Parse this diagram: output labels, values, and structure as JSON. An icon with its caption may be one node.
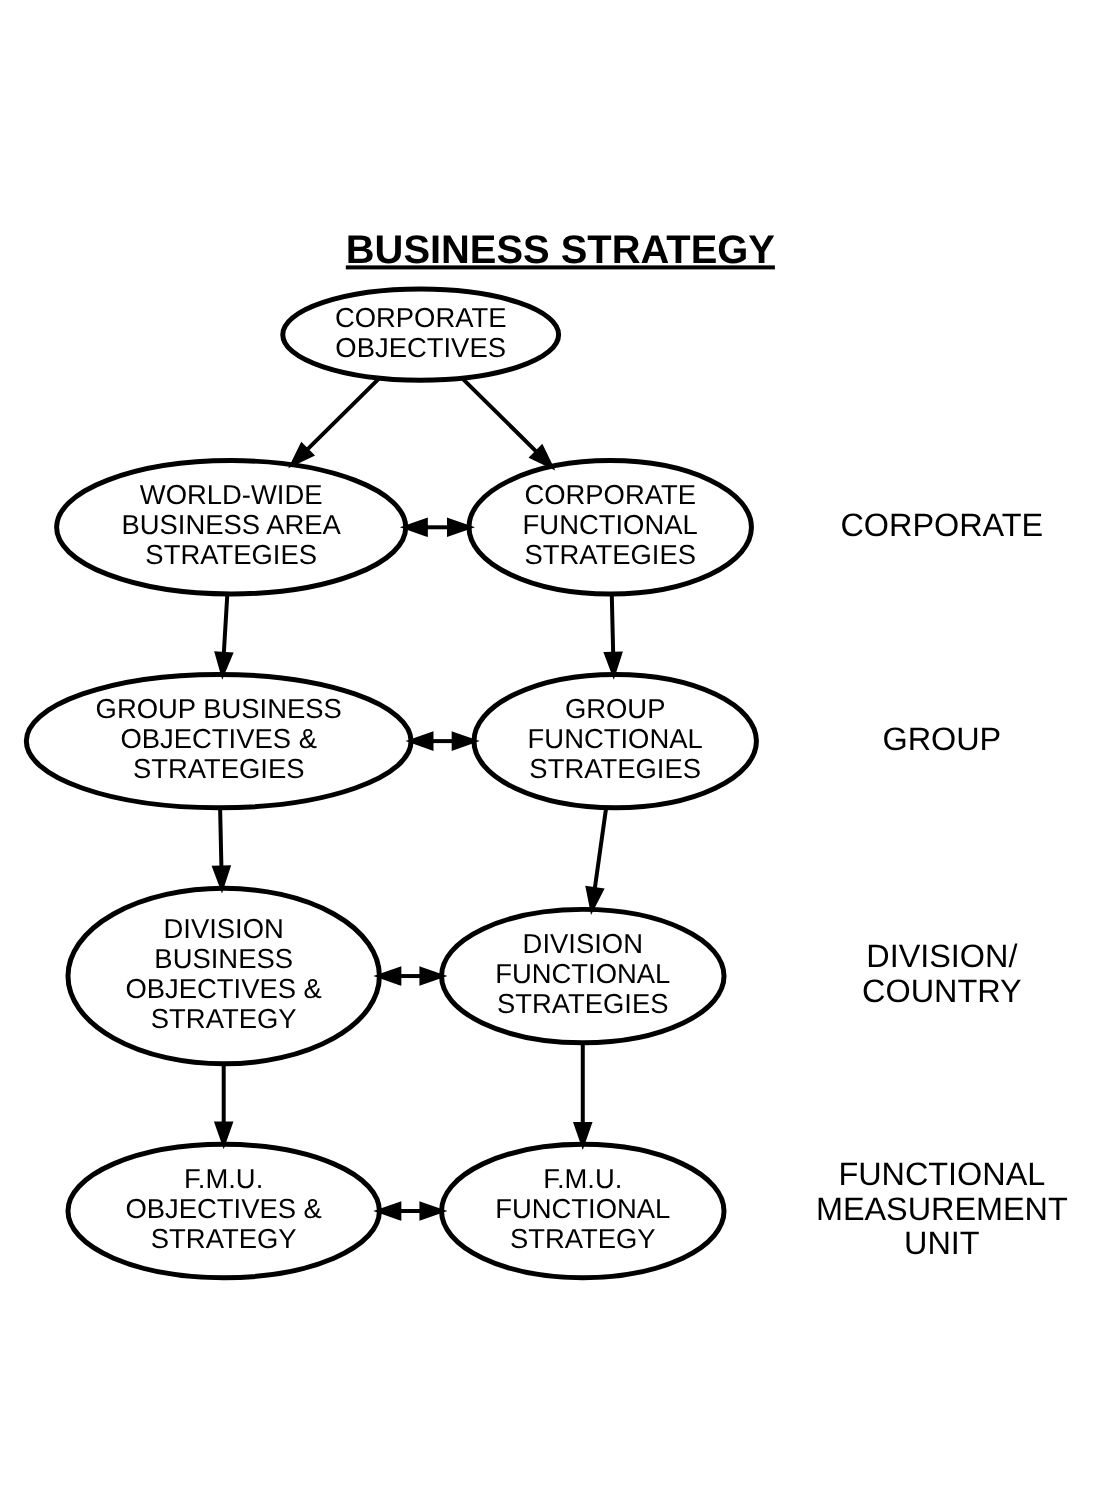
{
  "diagram": {
    "title": "BUSINESS STRATEGY",
    "nodes": [
      {
        "text": [
          "CORPORATE OBJECTIVES"
        ]
      },
      {
        "text": [
          "WORLD-WIDE BUSINESS AREA STRATEGIES"
        ]
      },
      {
        "text": [
          "CORPORATE FUNCTIONAL STRATEGIES"
        ]
      },
      {
        "text": [
          "GROUP BUSINESS OBJECTIVES & STRATEGIES"
        ]
      },
      {
        "text": [
          "GROUP FUNCTIONAL STRATEGIES"
        ]
      },
      {
        "text": [
          "DIVISION BUSINESS OBJECTIVES & STRATEGY"
        ]
      },
      {
        "text": [
          "DIVISION FUNCTIONAL STRATEGIES"
        ]
      },
      {
        "text": [
          "F.M.U. OBJECTIVES & STRATEGY"
        ]
      },
      {
        "text": [
          "F.M.U. FUNCTIONAL STRATEGY"
        ]
      }
    ],
    "edges": [
      {
        "from": 0,
        "to": 1,
        "arrow": "to"
      },
      {
        "from": 0,
        "to": 2,
        "arrow": "to"
      },
      {
        "from": 1,
        "to": 2,
        "arrow": "both"
      },
      {
        "from": 1,
        "to": 3,
        "arrow": "to"
      },
      {
        "from": 2,
        "to": 4,
        "arrow": "to"
      },
      {
        "from": 3,
        "to": 4,
        "arrow": "both"
      },
      {
        "from": 3,
        "to": 5,
        "arrow": "to"
      },
      {
        "from": 4,
        "to": 6,
        "arrow": "to"
      },
      {
        "from": 5,
        "to": 6,
        "arrow": "both"
      },
      {
        "from": 5,
        "to": 7,
        "arrow": "to"
      },
      {
        "from": 6,
        "to": 8,
        "arrow": "to"
      },
      {
        "from": 7,
        "to": 8,
        "arrow": "both"
      }
    ],
    "labels": [
      "CORPORATE",
      "GROUP",
      "DIVISION/ COUNTRY",
      "FUNCTIONAL MEASUREMENT UNIT"
    ]
  }
}
